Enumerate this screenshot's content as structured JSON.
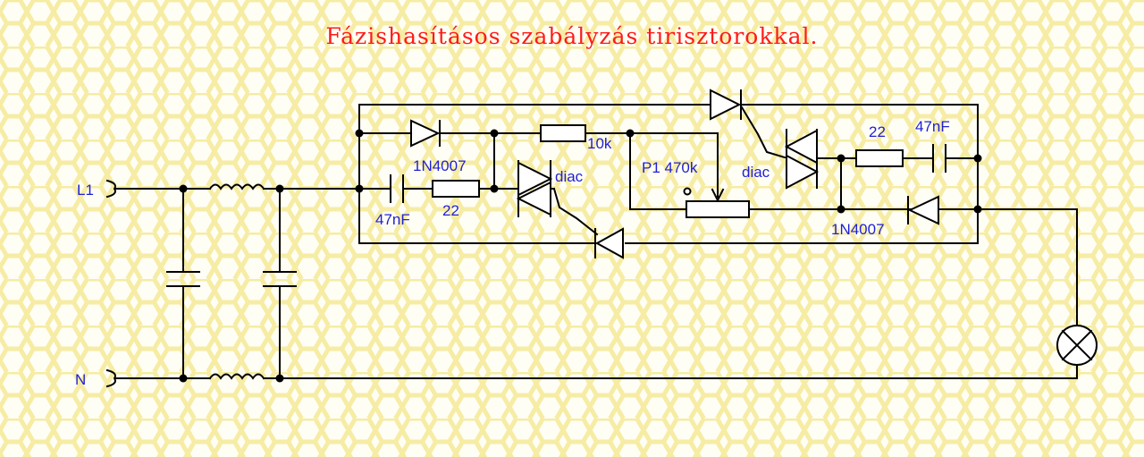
{
  "title": "Fázishasításos szabályzás tirisztorokkal.",
  "colors": {
    "title": "#ff1a1a",
    "labels": "#1f1fd6",
    "wire": "#000000",
    "background": "#fffef4",
    "pattern": "#f7f0b0"
  },
  "labels": {
    "l1": "L1",
    "n": "N",
    "d1_name": "1N4007",
    "c1_value": "47nF",
    "r1_value": "22",
    "r2_value": "10k",
    "diac1": "diac",
    "p1": "P1 470k",
    "diac2": "diac",
    "r3_value": "22",
    "c2_value": "47nF",
    "d2_name": "1N4007"
  }
}
